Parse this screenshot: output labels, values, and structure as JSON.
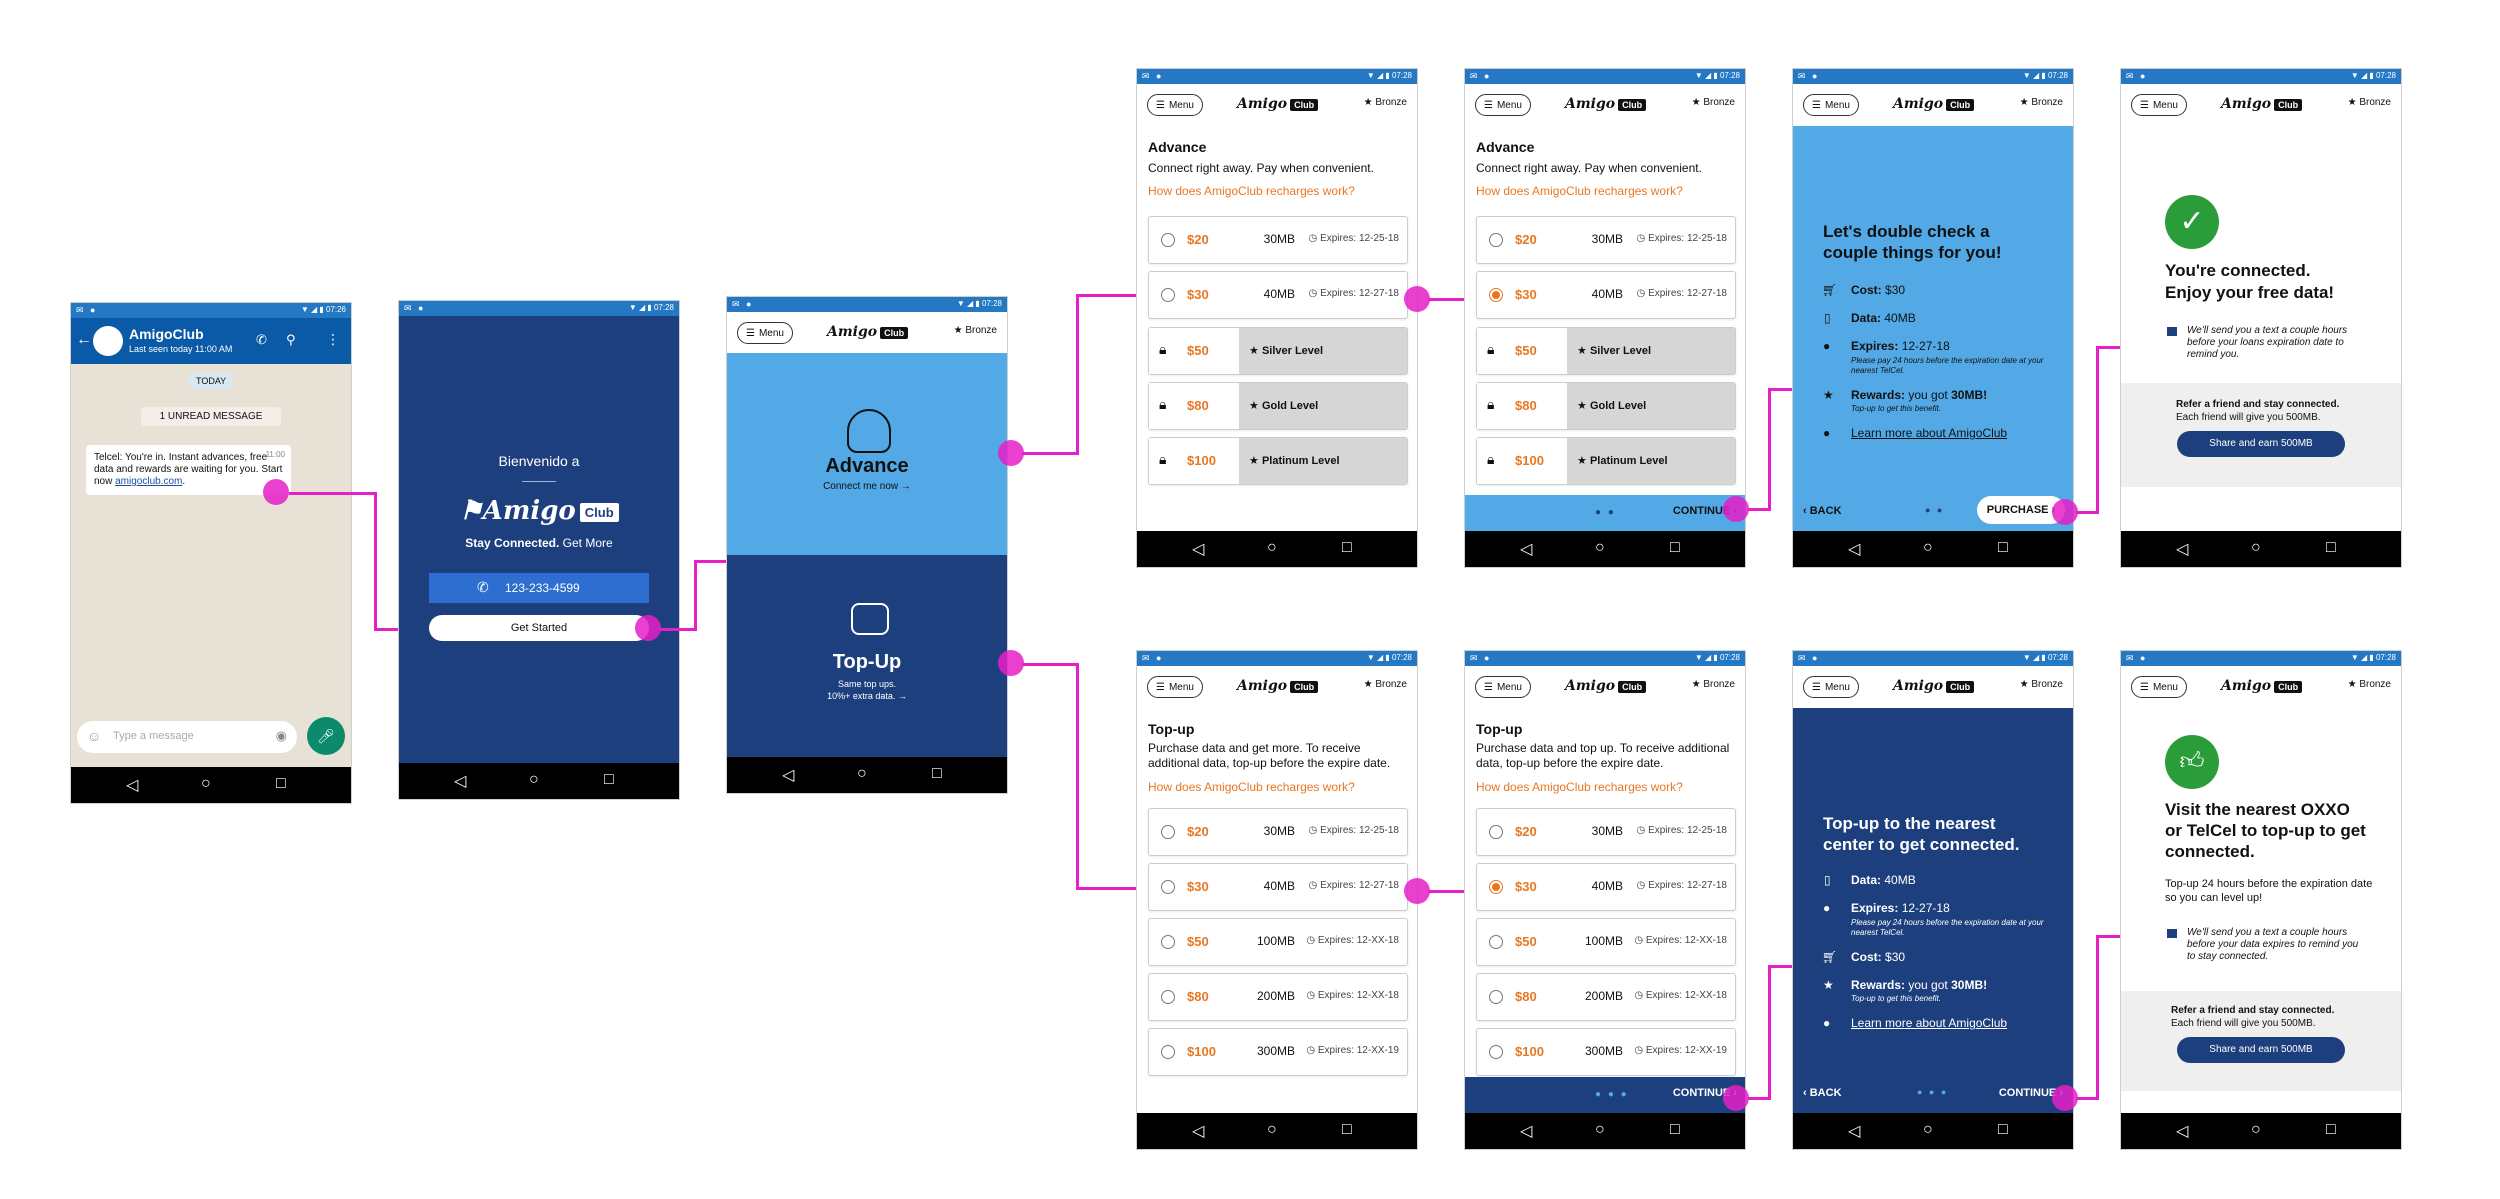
{
  "status_time": "07:28",
  "brand": {
    "logo_text": "Amigo",
    "club_label": "Club",
    "badge_level": "Bronze",
    "menu_label": "Menu"
  },
  "whatsapp": {
    "status_time": "07:26",
    "contact_name": "AmigoClub",
    "last_seen": "Last seen today 11:00 AM",
    "today_label": "TODAY",
    "unread_label": "1 UNREAD MESSAGE",
    "message_prefix": "Telcel:  You're in. Instant advances, free data and rewards are waiting for you. Start now ",
    "message_link": "amigoclub.com",
    "message_suffix": ".",
    "message_time": "11:00",
    "input_placeholder": "Type a message"
  },
  "welcome": {
    "status_time": "07:28",
    "greeting": "Bienvenido a",
    "tagline_bold": "Stay Connected.",
    "tagline_rest": "Get More",
    "phone_number": "123-233-4599",
    "cta": "Get Started"
  },
  "choose": {
    "advance_title": "Advance",
    "advance_sub": "Connect me now",
    "topup_title": "Top-Up",
    "topup_sub1": "Same top ups.",
    "topup_sub2": "10%+ extra data."
  },
  "advance": {
    "title": "Advance",
    "subtitle": "Connect right away. Pay when convenient.",
    "link": "How does AmigoClub recharges work?",
    "options": [
      {
        "price": "$20",
        "mb": "30MB",
        "expires": "Expires: 12-25-18"
      },
      {
        "price": "$30",
        "mb": "40MB",
        "expires": "Expires: 12-27-18"
      }
    ],
    "locked": [
      {
        "price": "$50",
        "level": "Silver Level"
      },
      {
        "price": "$80",
        "level": "Gold Level"
      },
      {
        "price": "$100",
        "level": "Platinum Level"
      }
    ],
    "continue": "CONTINUE"
  },
  "confirm_advance": {
    "title": "Let's double check a couple things for you!",
    "cost_label": "Cost:",
    "cost_value": "$30",
    "data_label": "Data:",
    "data_value": "40MB",
    "expires_label": "Expires:",
    "expires_value": "12-27-18",
    "expires_note": "Please pay 24 hours before the expiration date at your nearest TelCel.",
    "rewards_label": "Rewards:",
    "rewards_text": "you got",
    "rewards_value": "30MB!",
    "rewards_note": "Top-up to get this benefit.",
    "learn_more": "Learn more about AmigoClub",
    "back": "BACK",
    "purchase": "PURCHASE"
  },
  "success_advance": {
    "title1": "You're connected.",
    "title2": "Enjoy your free data!",
    "reminder": "We'll send you a text a couple hours before your loans expiration date to remind you.",
    "refer_title": "Refer a friend and stay connected.",
    "refer_sub": "Each friend will give you 500MB.",
    "share_button": "Share and earn 500MB"
  },
  "topup": {
    "title": "Top-up",
    "subtitle_a": "Purchase data and get more. To receive additional data, top-up before the expire date.",
    "subtitle_b": "Purchase data and top up. To receive additional data, top-up before the expire date.",
    "link": "How does AmigoClub recharges work?",
    "options": [
      {
        "price": "$20",
        "mb": "30MB",
        "expires": "Expires: 12-25-18"
      },
      {
        "price": "$30",
        "mb": "40MB",
        "expires": "Expires: 12-27-18"
      },
      {
        "price": "$50",
        "mb": "100MB",
        "expires": "Expires: 12-XX-18"
      },
      {
        "price": "$80",
        "mb": "200MB",
        "expires": "Expires: 12-XX-18"
      },
      {
        "price": "$100",
        "mb": "300MB",
        "expires": "Expires: 12-XX-19"
      }
    ],
    "continue": "CONTINUE"
  },
  "confirm_topup": {
    "title": "Top-up to the nearest center to get connected.",
    "data_label": "Data:",
    "data_value": "40MB",
    "expires_label": "Expires:",
    "expires_value": "12-27-18",
    "expires_note": "Please pay 24 hours before the expiration date at your nearest TelCel.",
    "cost_label": "Cost:",
    "cost_value": "$30",
    "rewards_label": "Rewards:",
    "rewards_text": "you got",
    "rewards_value": "30MB!",
    "rewards_note": "Top-up to get this benefit.",
    "learn_more": "Learn more about AmigoClub",
    "back": "BACK",
    "continue": "CONTINUE"
  },
  "success_topup": {
    "title": "Visit the nearest OXXO or TelCel to top-up to get connected.",
    "body": "Top-up 24 hours before the expiration date so you can level up!",
    "reminder": "We'll send you a text a couple hours before your data expires to remind you to stay connected.",
    "refer_title": "Refer a friend and stay connected.",
    "refer_sub": "Each friend will give you 500MB.",
    "share_button": "Share and earn 500MB"
  },
  "colors": {
    "blue": "#2478c4",
    "navy": "#1e3f7e",
    "light_blue": "#52a9e6",
    "orange": "#e87722",
    "green": "#2a9d3a",
    "connector": "#e61fc7"
  }
}
